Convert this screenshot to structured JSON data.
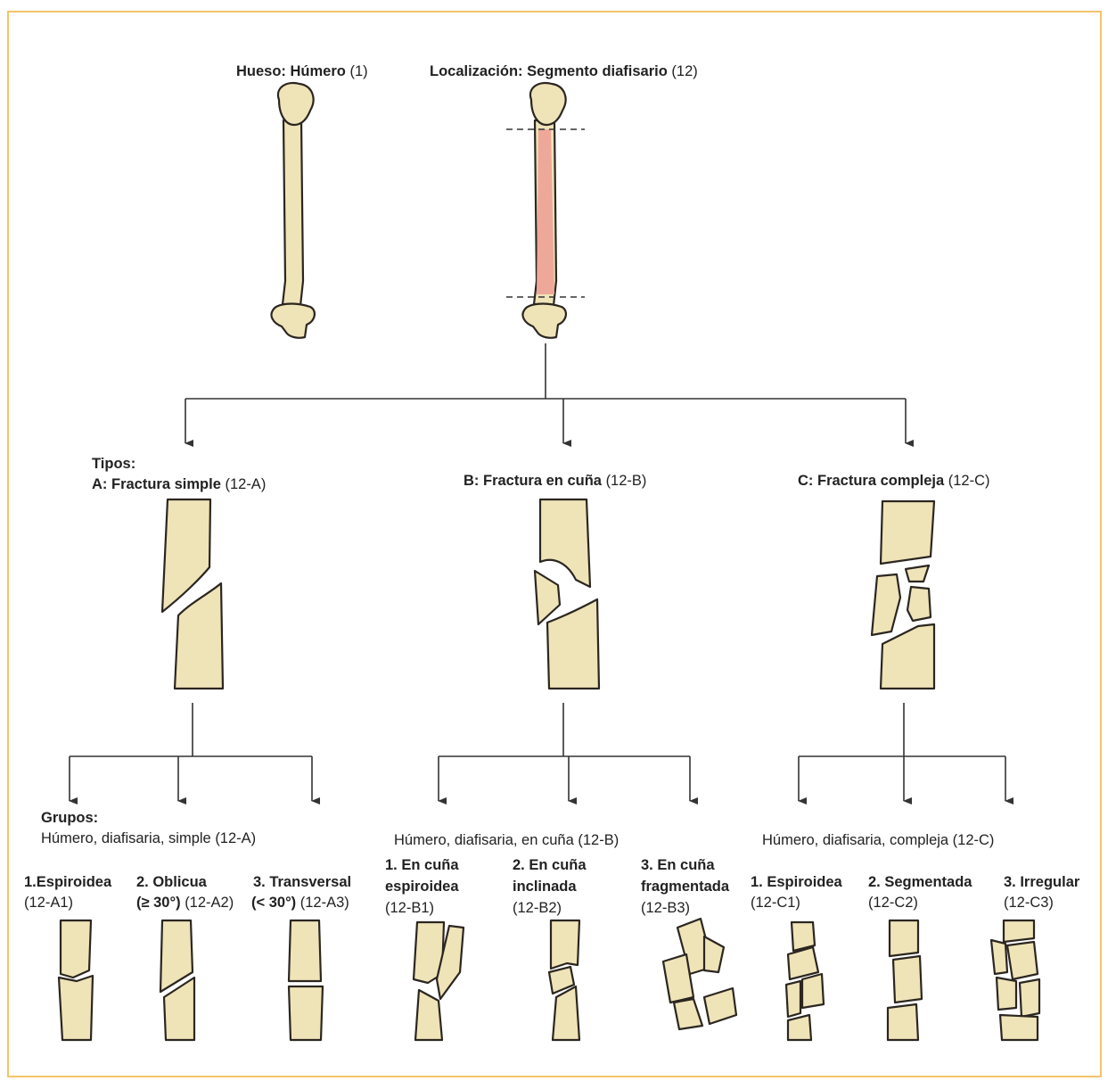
{
  "header": {
    "bone": {
      "bold": "Hueso: Húmero",
      "code": "(1)"
    },
    "location": {
      "bold": "Localización: Segmento diafisario",
      "code": "(12)"
    }
  },
  "types": {
    "title": "Tipos:",
    "a": {
      "bold": "A: Fractura simple",
      "code": "(12-A)"
    },
    "b": {
      "bold": "B: Fractura en cuña",
      "code": "(12-B)"
    },
    "c": {
      "bold": "C: Fractura compleja",
      "code": "(12-C)"
    }
  },
  "groups": {
    "title": "Grupos:",
    "a_desc": "Húmero, diafisaria, simple (12-A)",
    "b_desc": "Húmero, diafisaria, en cuña (12-B)",
    "c_desc": "Húmero, diafisaria, compleja (12-C)",
    "a1": {
      "l1": "1.Espiroidea",
      "code": "(12-A1)"
    },
    "a2": {
      "l1": "2. Oblicua",
      "l2b": "(≥ 30°)",
      "code": "(12-A2)"
    },
    "a3": {
      "l1": "3. Transversal",
      "l2b": "(< 30°)",
      "code": "(12-A3)"
    },
    "b1": {
      "l1": "1. En cuña",
      "l2": "espiroidea",
      "code": "(12-B1)"
    },
    "b2": {
      "l1": "2. En cuña",
      "l2": "inclinada",
      "code": "(12-B2)"
    },
    "b3": {
      "l1": "3. En cuña",
      "l2": "fragmentada",
      "code": "(12-B3)"
    },
    "c1": {
      "l1": "1. Espiroidea",
      "code": "(12-C1)"
    },
    "c2": {
      "l1": "2. Segmentada",
      "code": "(12-C2)"
    },
    "c3": {
      "l1": "3. Irregular",
      "code": "(12-C3)"
    }
  },
  "colors": {
    "bone": "#efe3b8",
    "outline": "#2b2620",
    "shaft_highlight": "#eea89a",
    "frame": "#f3c46a"
  }
}
